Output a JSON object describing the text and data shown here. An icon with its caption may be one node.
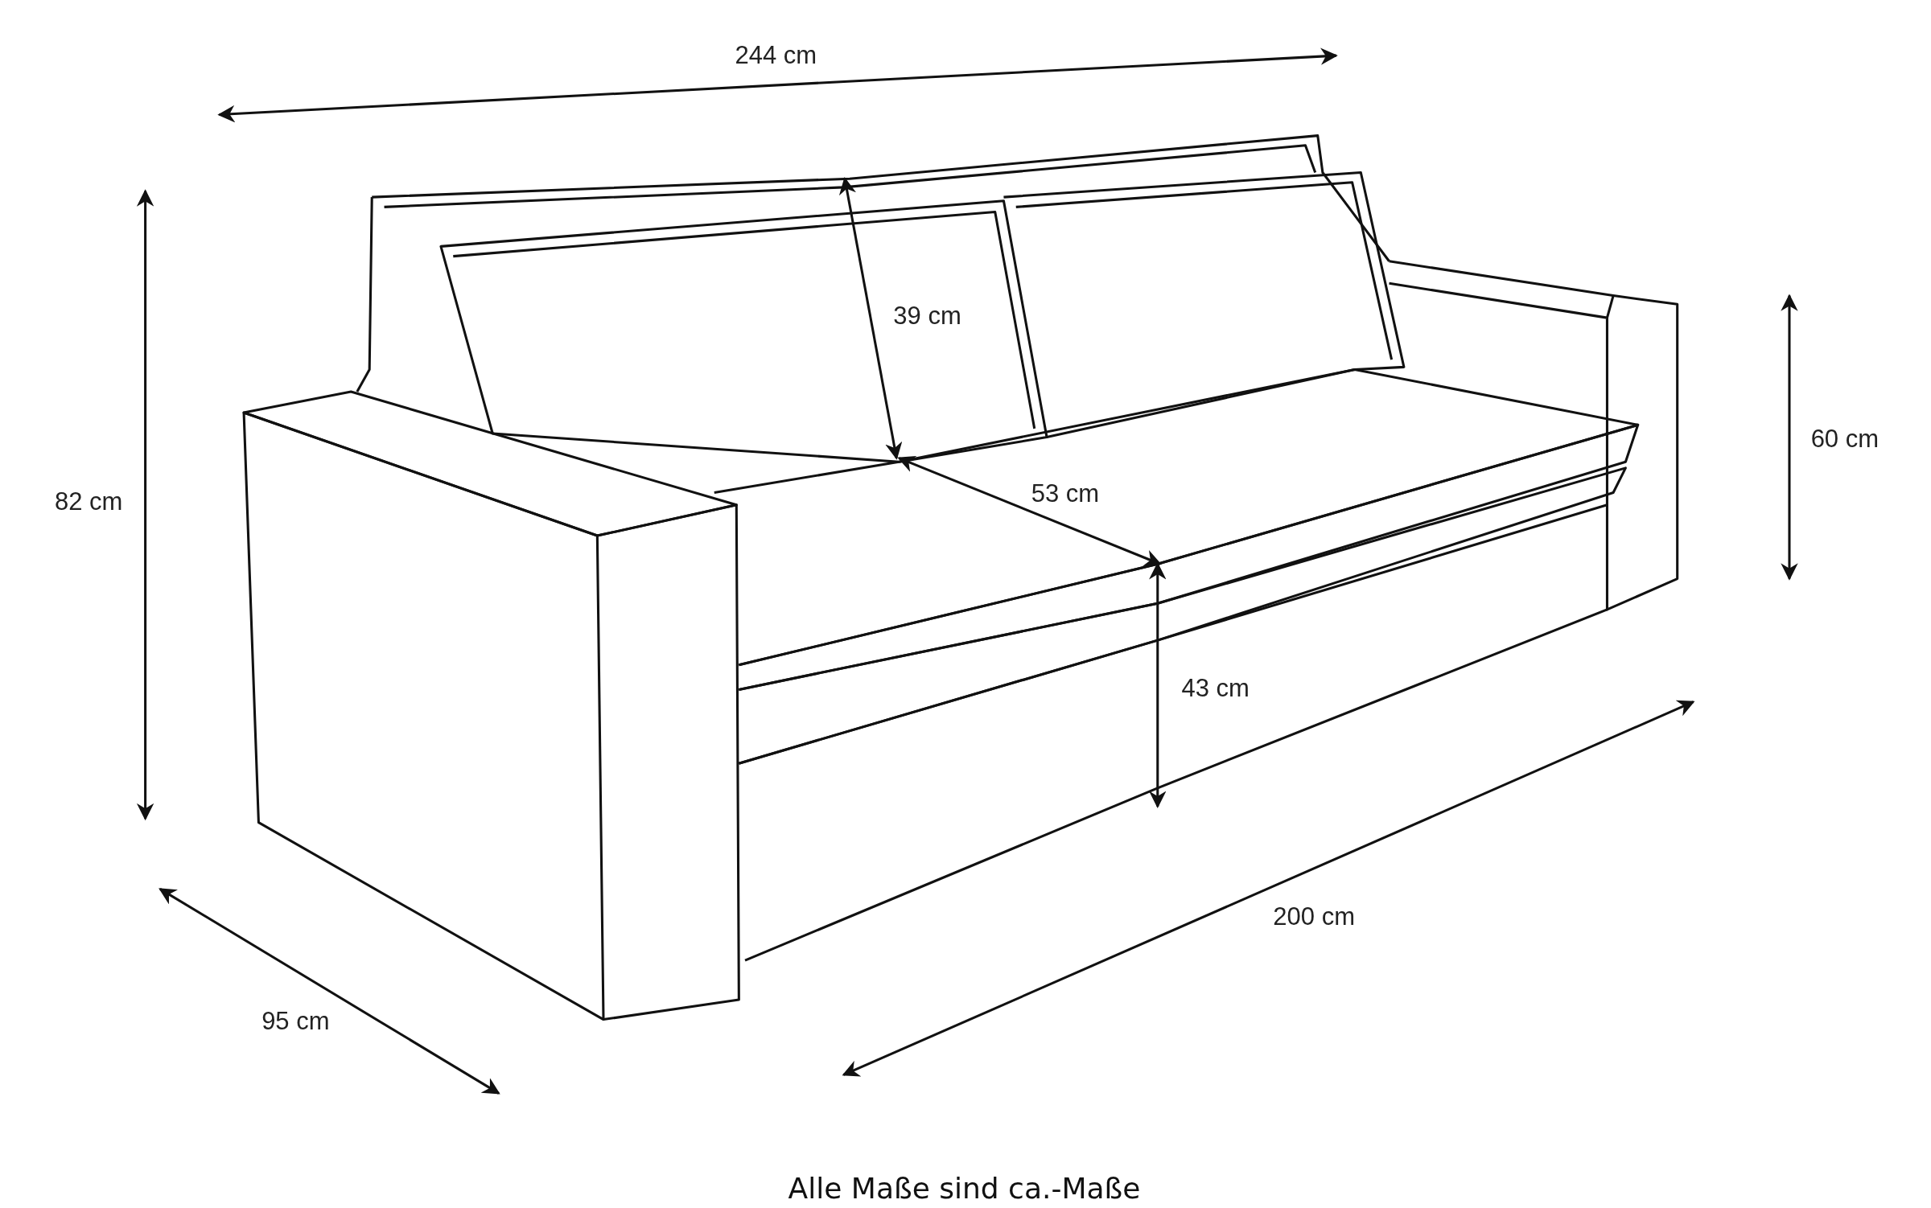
{
  "diagram": {
    "caption": "Alle Maße sind ca.-Maße",
    "labels": [
      "244 cm",
      "39 cm",
      "60 cm",
      "53 cm",
      "82 cm",
      "43 cm",
      "200 cm",
      "95 cm"
    ]
  }
}
